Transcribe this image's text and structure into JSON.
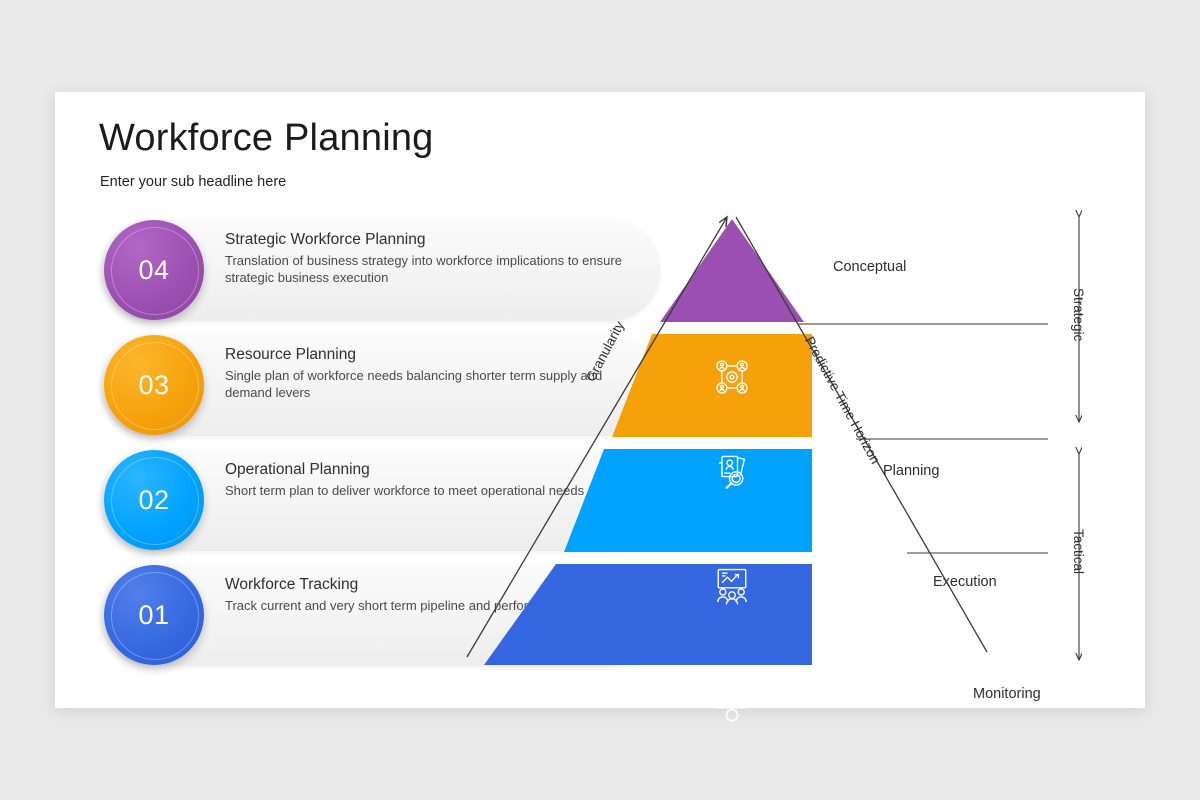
{
  "header": {
    "title": "Workforce Planning",
    "subtitle": "Enter your sub headline here"
  },
  "colors": {
    "background": "#e9e9e9",
    "card": "#ffffff",
    "purple": "#9b4fb0",
    "orange": "#f6a10a",
    "light_blue": "#00a2ff",
    "royal_blue": "#3568e0",
    "text": "#2f2f2f",
    "line": "#3a3a3a"
  },
  "list": {
    "items": [
      {
        "number": "04",
        "title": "Strategic Workforce Planning",
        "description": "Translation of business strategy into workforce implications to ensure strategic business execution",
        "color": "#9b4fb0",
        "icon": "org-network-icon"
      },
      {
        "number": "03",
        "title": "Resource Planning",
        "description": "Single plan of workforce needs balancing shorter term supply and demand levers",
        "color": "#f6a10a",
        "icon": "resume-search-icon"
      },
      {
        "number": "02",
        "title": "Operational Planning",
        "description": "Short term plan to deliver workforce to meet operational needs",
        "color": "#00a2ff",
        "icon": "presentation-team-icon"
      },
      {
        "number": "01",
        "title": "Workforce Tracking",
        "description": "Track current and very short term pipeline and perform reporting",
        "color": "#3568e0",
        "icon": "growth-gear-icon"
      }
    ]
  },
  "pyramid": {
    "tiers": [
      {
        "label": "Conceptual",
        "color": "#9b4fb0",
        "icon": "org-network-icon"
      },
      {
        "label": "Planning",
        "color": "#f6a10a",
        "icon": "resume-search-icon"
      },
      {
        "label": "Execution",
        "color": "#00a2ff",
        "icon": "presentation-team-icon"
      },
      {
        "label": "Monitoring",
        "color": "#3568e0",
        "icon": "growth-gear-icon"
      }
    ],
    "axis_left": "Granularity",
    "axis_right": "Predictive Time Horizon",
    "brackets": [
      {
        "label": "Strategic"
      },
      {
        "label": "Tactical"
      }
    ]
  }
}
